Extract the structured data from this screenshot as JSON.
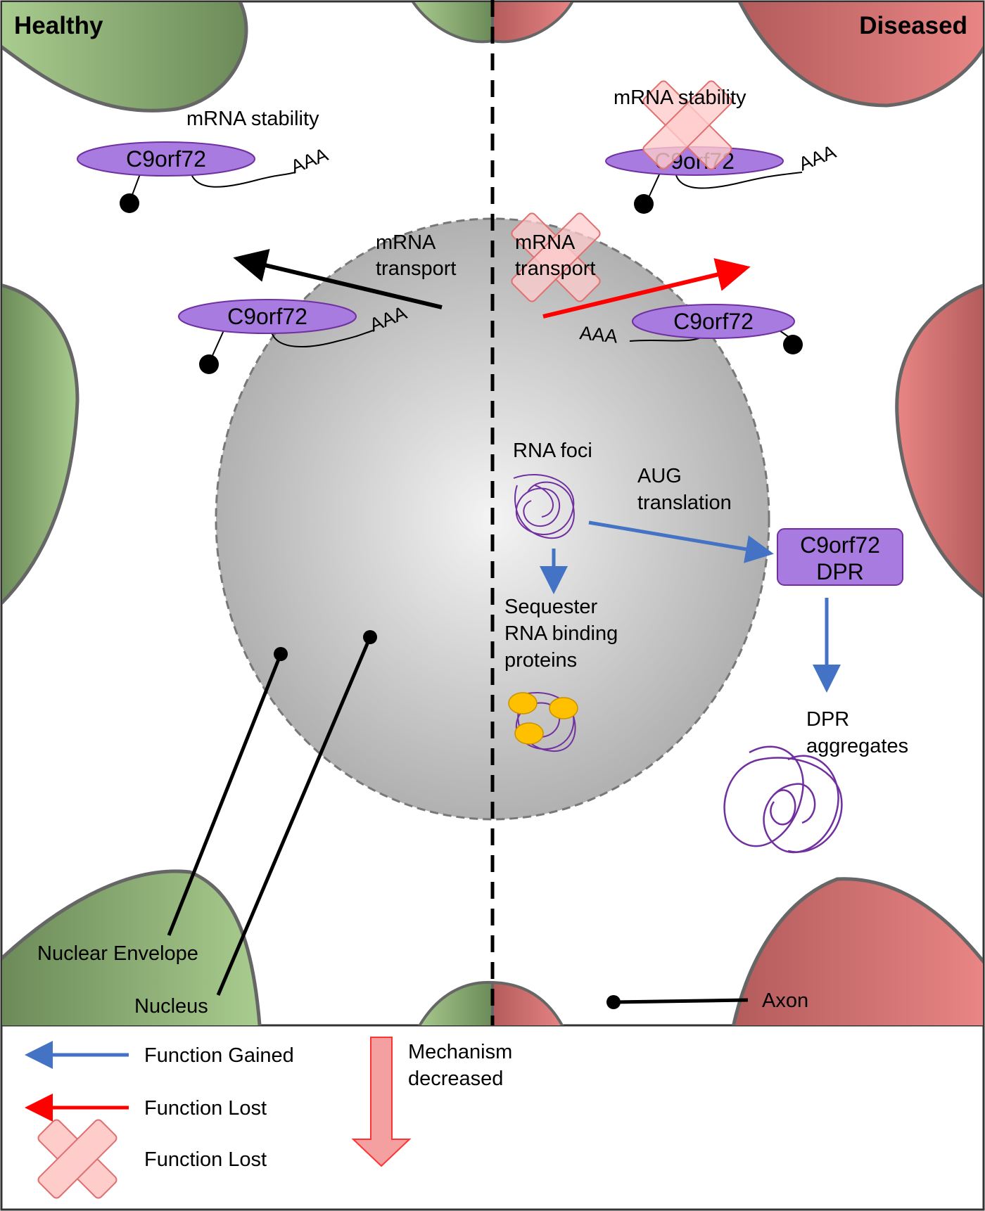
{
  "panels": {
    "healthy_title": "Healthy",
    "diseased_title": "Diseased"
  },
  "healthy": {
    "mrna_stability": "mRNA stability",
    "mrna_transport_line1": "mRNA",
    "mrna_transport_line2": "transport",
    "c9orf72_top": "C9orf72",
    "c9orf72_mid": "C9orf72",
    "aaa_top": "AAA",
    "aaa_mid": "AAA",
    "nuclear_envelope": "Nuclear Envelope",
    "nucleus": "Nucleus"
  },
  "diseased": {
    "mrna_stability": "mRNA stability",
    "mrna_transport_line1": "mRNA",
    "mrna_transport_line2": "transport",
    "c9orf72_top": "C9orf72",
    "c9orf72_mid": "C9orf72",
    "aaa_top": "AAA",
    "aaa_mid": "AAA",
    "rna_foci": "RNA foci",
    "aug_line1": "AUG",
    "aug_line2": "translation",
    "dpr_box_line1": "C9orf72",
    "dpr_box_line2": "DPR",
    "sequester_line1": "Sequester",
    "sequester_line2": "RNA binding",
    "sequester_line3": "proteins",
    "dpr_agg_line1": "DPR",
    "dpr_agg_line2": "aggregates",
    "axon": "Axon"
  },
  "legend": {
    "function_gained": "Function Gained",
    "function_lost_arrow": "Function Lost",
    "function_lost_cross": "Function Lost",
    "mechanism_line1": "Mechanism",
    "mechanism_line2": "decreased"
  },
  "colors": {
    "healthy_green": "#6f8f5c",
    "diseased_red": "#c46464",
    "gained_blue": "#4472c4",
    "lost_red": "#ff0000",
    "molecule_purple": "#a77be0",
    "foci_purple": "#7030a0",
    "protein_yellow": "#ffc000",
    "cross_pink": "#ffcccc"
  }
}
